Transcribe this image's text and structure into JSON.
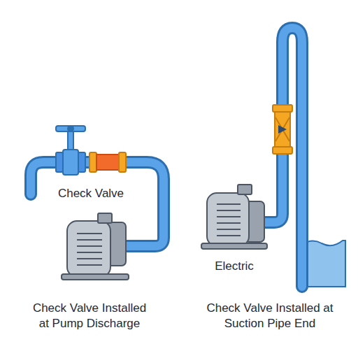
{
  "diagram": {
    "labels": [
      "Check Valve",
      "Electric",
      "Check Valve Installed at Pump Discharge",
      "Check Valve Installed at Suction Pipe End"
    ]
  }
}
